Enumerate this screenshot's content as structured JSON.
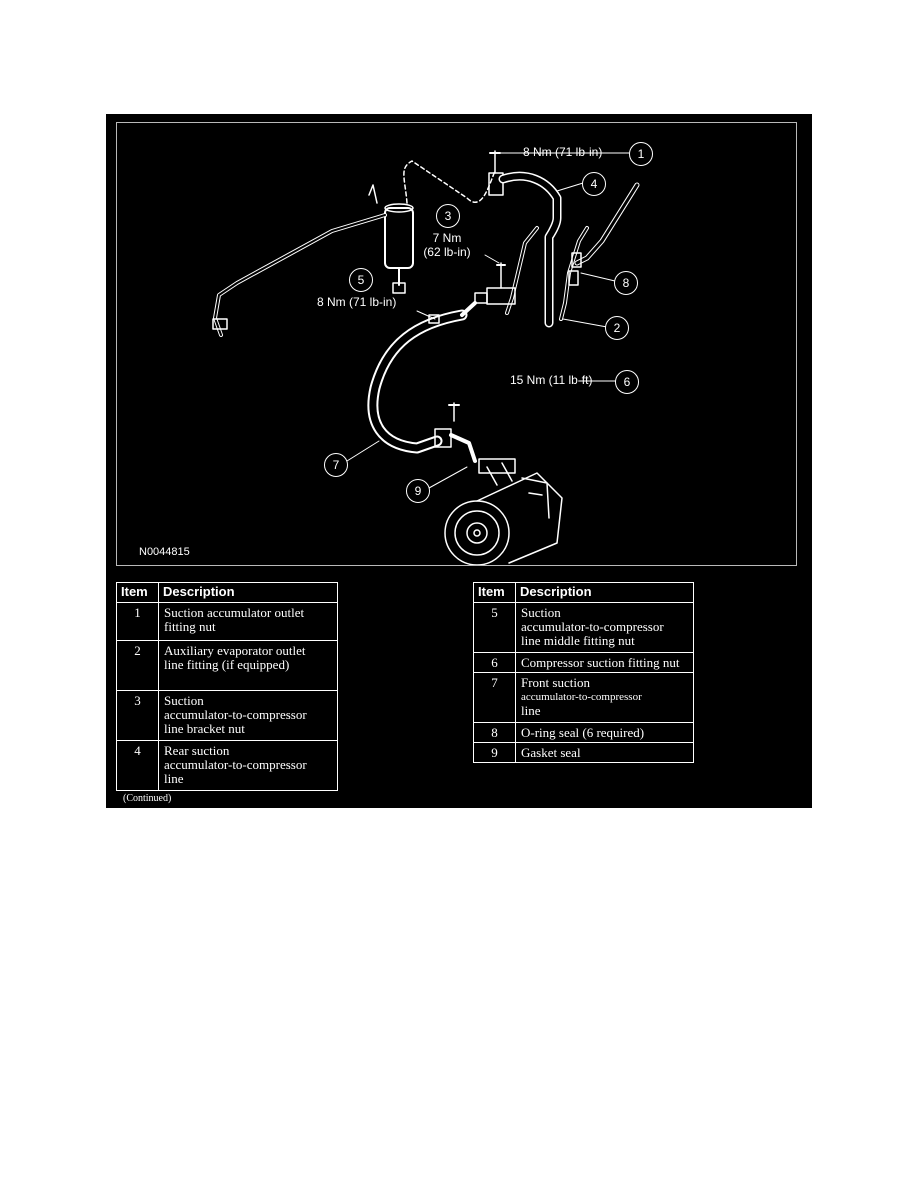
{
  "diagram": {
    "figure_id": "N0044815",
    "torque_labels": {
      "t1": "8 Nm (71 lb-in)",
      "t3_line1": "7 Nm",
      "t3_line2": "(62 lb-in)",
      "t5": "8 Nm (71 lb-in)",
      "t6": "15 Nm (11 lb-ft)"
    },
    "callouts": [
      "1",
      "2",
      "3",
      "4",
      "5",
      "6",
      "7",
      "8",
      "9"
    ]
  },
  "legend": {
    "header_item": "Item",
    "header_description": "Description",
    "left": [
      {
        "item": "1",
        "lines": [
          "Suction accumulator outlet",
          "fitting nut"
        ]
      },
      {
        "item": "2",
        "lines": [
          "Auxiliary evaporator outlet",
          "line fitting (if equipped)"
        ]
      },
      {
        "item": "3",
        "lines": [
          "Suction",
          "accumulator-to-compressor",
          "line bracket nut"
        ]
      },
      {
        "item": "4",
        "lines": [
          "Rear suction",
          "accumulator-to-compressor",
          "line"
        ]
      }
    ],
    "right": [
      {
        "item": "5",
        "lines": [
          "Suction",
          "accumulator-to-compressor",
          "line middle fitting nut"
        ]
      },
      {
        "item": "6",
        "lines": [
          "Compressor suction fitting nut"
        ]
      },
      {
        "item": "7",
        "lines": [
          "Front suction",
          "accumulator-to-compressor",
          "line"
        ]
      },
      {
        "item": "8",
        "lines": [
          "O-ring seal (6 required)"
        ]
      },
      {
        "item": "9",
        "lines": [
          "Gasket seal"
        ]
      }
    ]
  },
  "footer": {
    "continued": "(Continued)"
  }
}
